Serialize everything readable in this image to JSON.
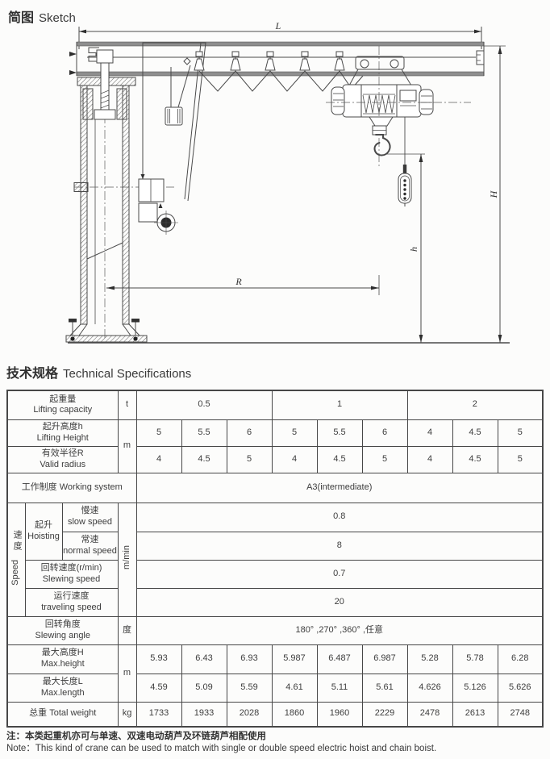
{
  "headings": {
    "sketch_zh": "简图",
    "sketch_en": "Sketch",
    "spec_zh": "技术规格",
    "spec_en": "Technical Specifications"
  },
  "sketch_labels": {
    "L": "L",
    "H": "H",
    "h": "h",
    "R": "R"
  },
  "table": {
    "lifting_capacity": {
      "zh": "起重量",
      "en": "Lifting capacity",
      "unit": "t",
      "values": [
        "0.5",
        "1",
        "2"
      ]
    },
    "lifting_height": {
      "zh": "起升高度h",
      "en": "Lifting Height",
      "unit": "m",
      "values": [
        "5",
        "5.5",
        "6",
        "5",
        "5.5",
        "6",
        "4",
        "4.5",
        "5"
      ]
    },
    "valid_radius": {
      "zh": "有效半径R",
      "en": "Valid radius",
      "values": [
        "4",
        "4.5",
        "5",
        "4",
        "4.5",
        "5",
        "4",
        "4.5",
        "5"
      ]
    },
    "working_system": {
      "zh": "工作制度",
      "en": "Working system",
      "value": "A3(intermediate)"
    },
    "speed": {
      "zh": "速度",
      "en": "Speed",
      "unit": "m/min",
      "hoisting_zh": "起升",
      "hoisting_en": "Hoisting",
      "slow": {
        "zh": "慢速",
        "en": "slow speed",
        "value": "0.8"
      },
      "normal": {
        "zh": "常速",
        "en": "normal speed",
        "value": "8"
      },
      "slewing": {
        "zh": "回转速度(r/min)",
        "en": "Slewing speed",
        "value": "0.7"
      },
      "traveling": {
        "zh": "运行速度",
        "en": "traveling speed",
        "value": "20"
      }
    },
    "slewing_angle": {
      "zh": "回转角度",
      "en": "Slewing angle",
      "unit": "度",
      "value": "180° ,270° ,360° ,任意"
    },
    "max_height": {
      "zh": "最大高度H",
      "en": "Max.height",
      "unit": "m",
      "values": [
        "5.93",
        "6.43",
        "6.93",
        "5.987",
        "6.487",
        "6.987",
        "5.28",
        "5.78",
        "6.28"
      ]
    },
    "max_length": {
      "zh": "最大长度L",
      "en": "Max.length",
      "values": [
        "4.59",
        "5.09",
        "5.59",
        "4.61",
        "5.11",
        "5.61",
        "4.626",
        "5.126",
        "5.626"
      ]
    },
    "total_weight": {
      "zh": "总重",
      "en": "Total weight",
      "unit": "kg",
      "values": [
        "1733",
        "1933",
        "2028",
        "1860",
        "1960",
        "2229",
        "2478",
        "2613",
        "2748"
      ]
    }
  },
  "note": {
    "zh": "注：本类起重机亦可与单速、双速电动葫芦及环链葫芦相配使用",
    "en": "Note：This kind of crane can be used to match with single or double speed electric hoist and chain boist."
  }
}
